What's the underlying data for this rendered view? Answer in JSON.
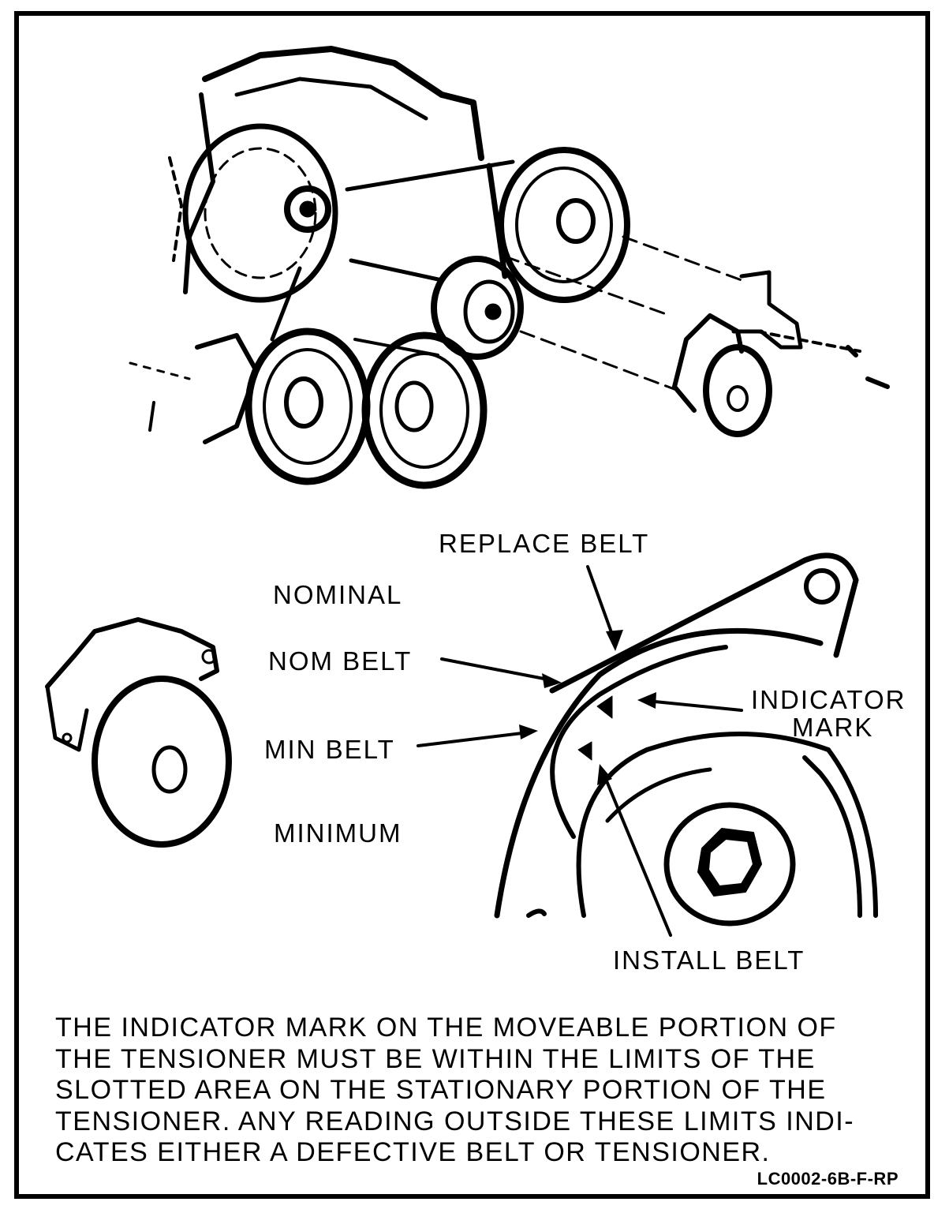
{
  "labels": {
    "replace_belt": "REPLACE BELT",
    "nominal": "NOMINAL",
    "nom_belt": "NOM BELT",
    "min_belt": "MIN BELT",
    "minimum": "MINIMUM",
    "indicator_mark_line1": "INDICATOR",
    "indicator_mark_line2": "MARK",
    "install_belt": "INSTALL BELT"
  },
  "caption": {
    "lines": [
      "THE INDICATOR MARK ON THE MOVEABLE PORTION OF",
      "THE TENSIONER MUST BE WITHIN THE LIMITS OF THE",
      "SLOTTED AREA ON THE STATIONARY PORTION OF THE",
      "TENSIONER. ANY READING OUTSIDE THESE LIMITS INDI-",
      "CATES EITHER A DEFECTIVE BELT OR TENSIONER."
    ]
  },
  "figure_code": "LC0002-6B-F-RP",
  "colors": {
    "ink": "#000000",
    "paper": "#ffffff"
  }
}
